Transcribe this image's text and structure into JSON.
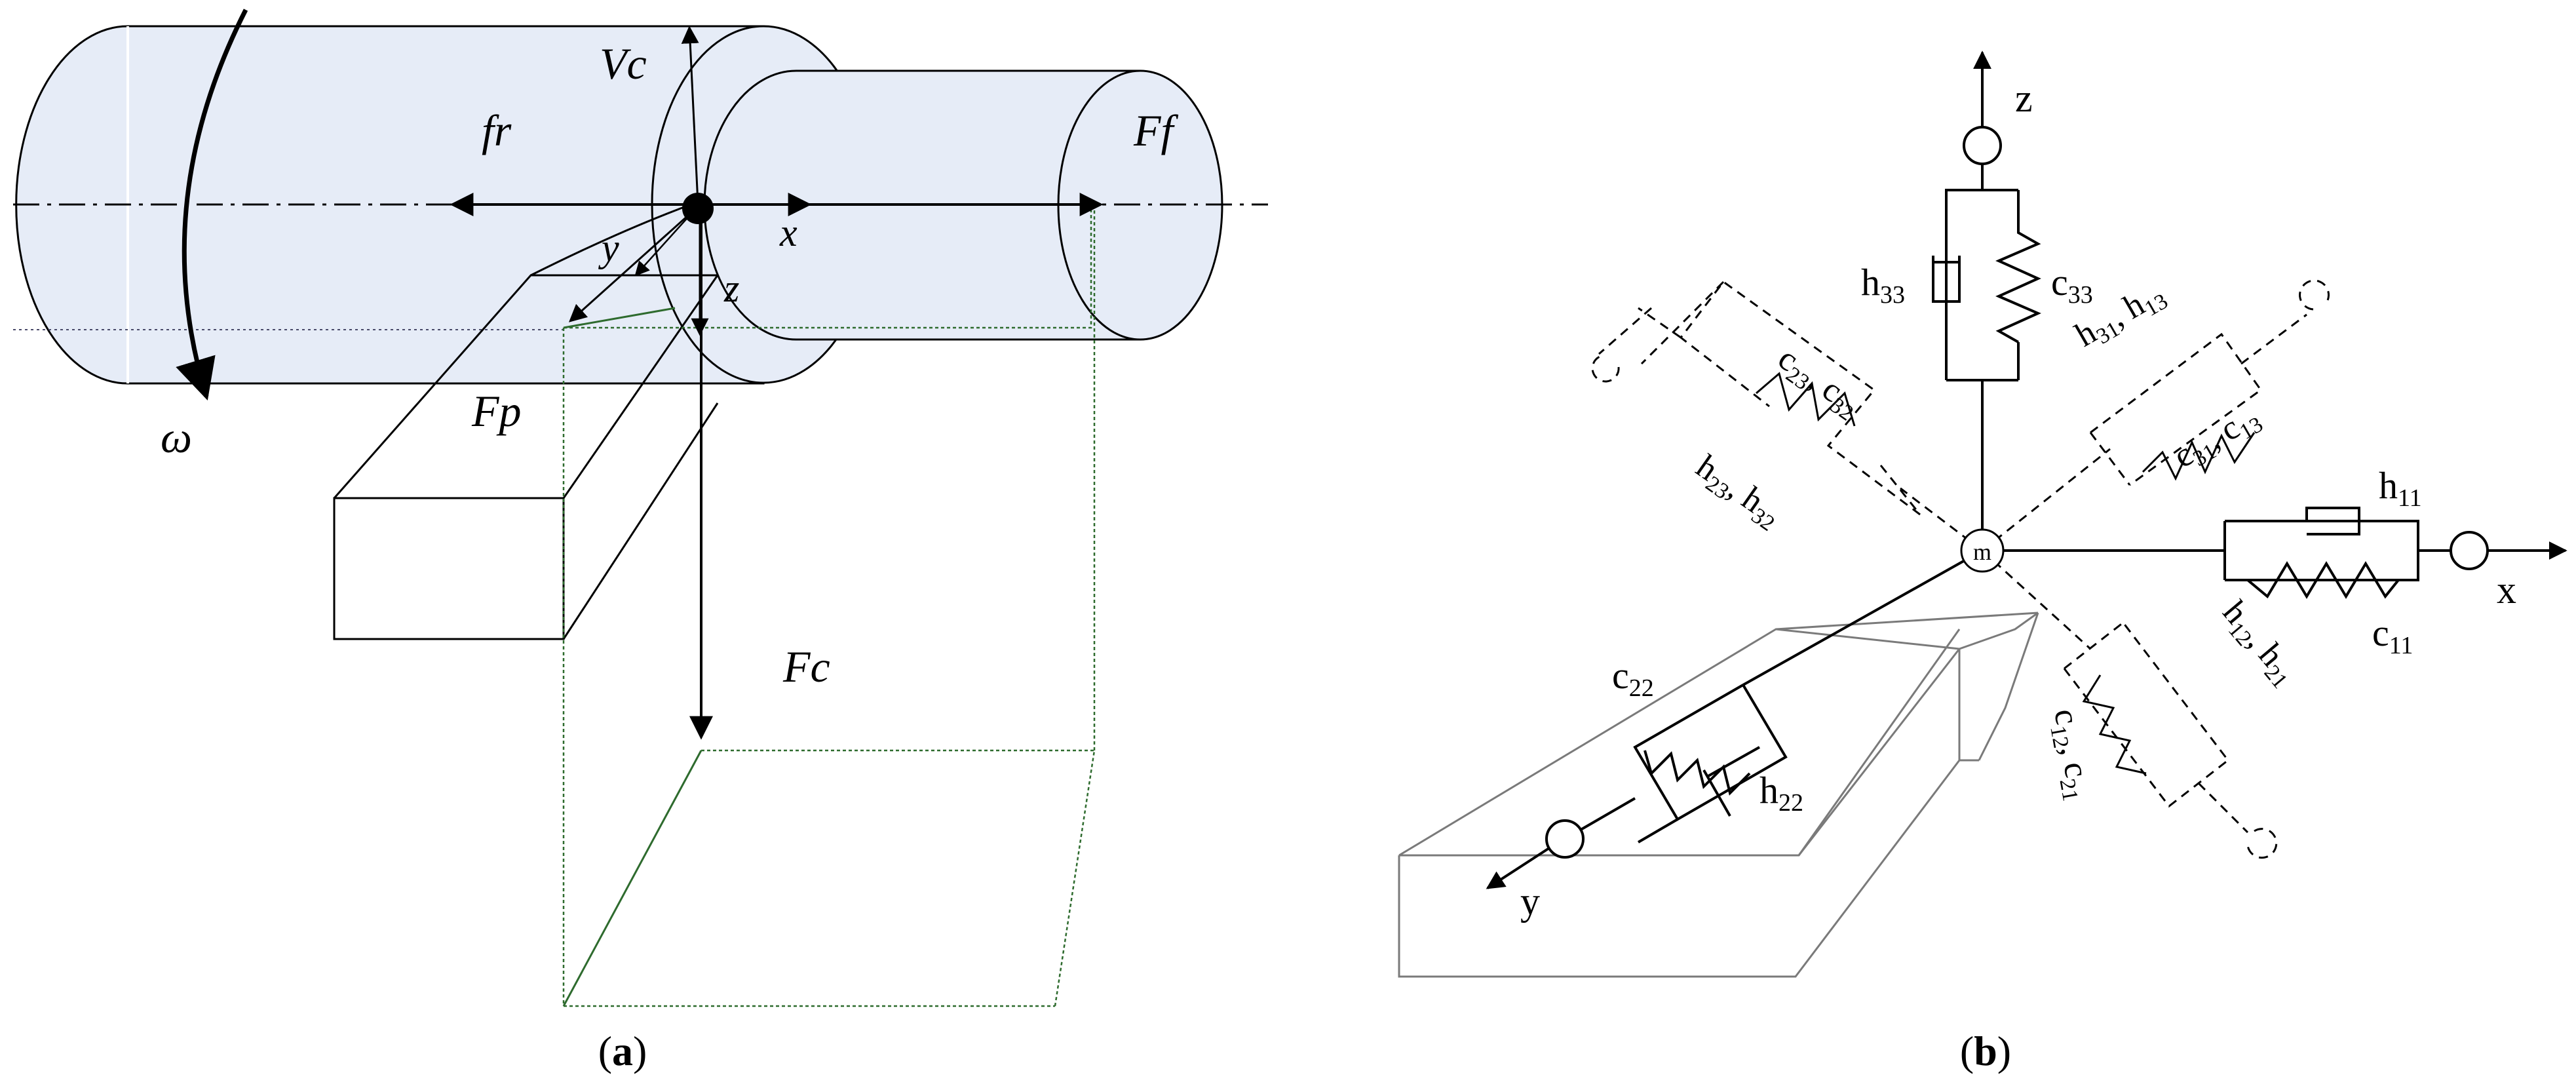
{
  "panel_a": {
    "caption_open": "(",
    "caption_letter": "a",
    "caption_close": ")",
    "labels": {
      "vc": "Vc",
      "fr": "fr",
      "ff": "Ff",
      "x": "x",
      "y": "y",
      "z": "z",
      "omega": "ω",
      "fp": "Fp",
      "fc": "Fc"
    },
    "colors": {
      "cylinder_fill": "#e6ecf7",
      "box_edge": "#2e6b2e"
    }
  },
  "panel_b": {
    "caption_open": "(",
    "caption_letter": "b",
    "caption_close": ")",
    "mass": "m",
    "axes": {
      "x": "x",
      "y": "y",
      "z": "z"
    },
    "labels": {
      "h33": {
        "base": "h",
        "sub": "33"
      },
      "c33": {
        "base": "c",
        "sub": "33"
      },
      "h31": {
        "base": "h",
        "sub": "31"
      },
      "h13": {
        "base": "h",
        "sub": "13"
      },
      "c31": {
        "base": "c",
        "sub": "31"
      },
      "c13": {
        "base": "c",
        "sub": "13"
      },
      "c23": {
        "base": "c",
        "sub": "23"
      },
      "c32": {
        "base": "c",
        "sub": "32"
      },
      "h23": {
        "base": "h",
        "sub": "23"
      },
      "h32": {
        "base": "h",
        "sub": "32"
      },
      "h11": {
        "base": "h",
        "sub": "11"
      },
      "c11": {
        "base": "c",
        "sub": "11"
      },
      "h12": {
        "base": "h",
        "sub": "12"
      },
      "h21": {
        "base": "h",
        "sub": "21"
      },
      "c12": {
        "base": "c",
        "sub": "12"
      },
      "c21": {
        "base": "c",
        "sub": "21"
      },
      "c22": {
        "base": "c",
        "sub": "22"
      },
      "h22": {
        "base": "h",
        "sub": "22"
      },
      "comma": ","
    }
  }
}
